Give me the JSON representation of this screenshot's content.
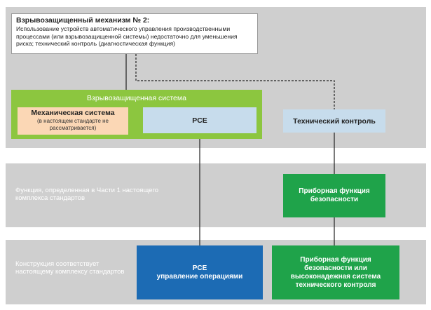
{
  "mechanism": {
    "title": "Взрывозащищенный механизм № 2:",
    "body": "Использование устройств автоматического управления производственными процессами (или взрывозащищенной системы) недостаточно для уменьшения риска; технический контроль (диагностическая функция)"
  },
  "explosion_system": {
    "label": "Взрывозащищенная система",
    "mechanical_title": "Механическая система",
    "mechanical_note": "(в настоящем стандарте не рассматривается)",
    "pce": "PCE"
  },
  "technical_control": "Технический контроль",
  "function_band": {
    "text": "Функция, определенная в Части 1 настоящего комплекса стандартов",
    "sif": "Приборная функция безопасности"
  },
  "construction_band": {
    "text": "Конструкция соответствует настоящему комплексу стандартов",
    "pce_title": "PCE",
    "pce_subtitle": "управление операциями",
    "sif_high": "Приборная функция безопасности или высоконадежная система технического контроля"
  },
  "colors": {
    "band": "#cfcfcf",
    "light_green": "#8cc63f",
    "dark_green": "#1fa34a",
    "blue": "#1c6bb4",
    "light_blue": "#c7dcec",
    "peach": "#fbd7b5"
  }
}
